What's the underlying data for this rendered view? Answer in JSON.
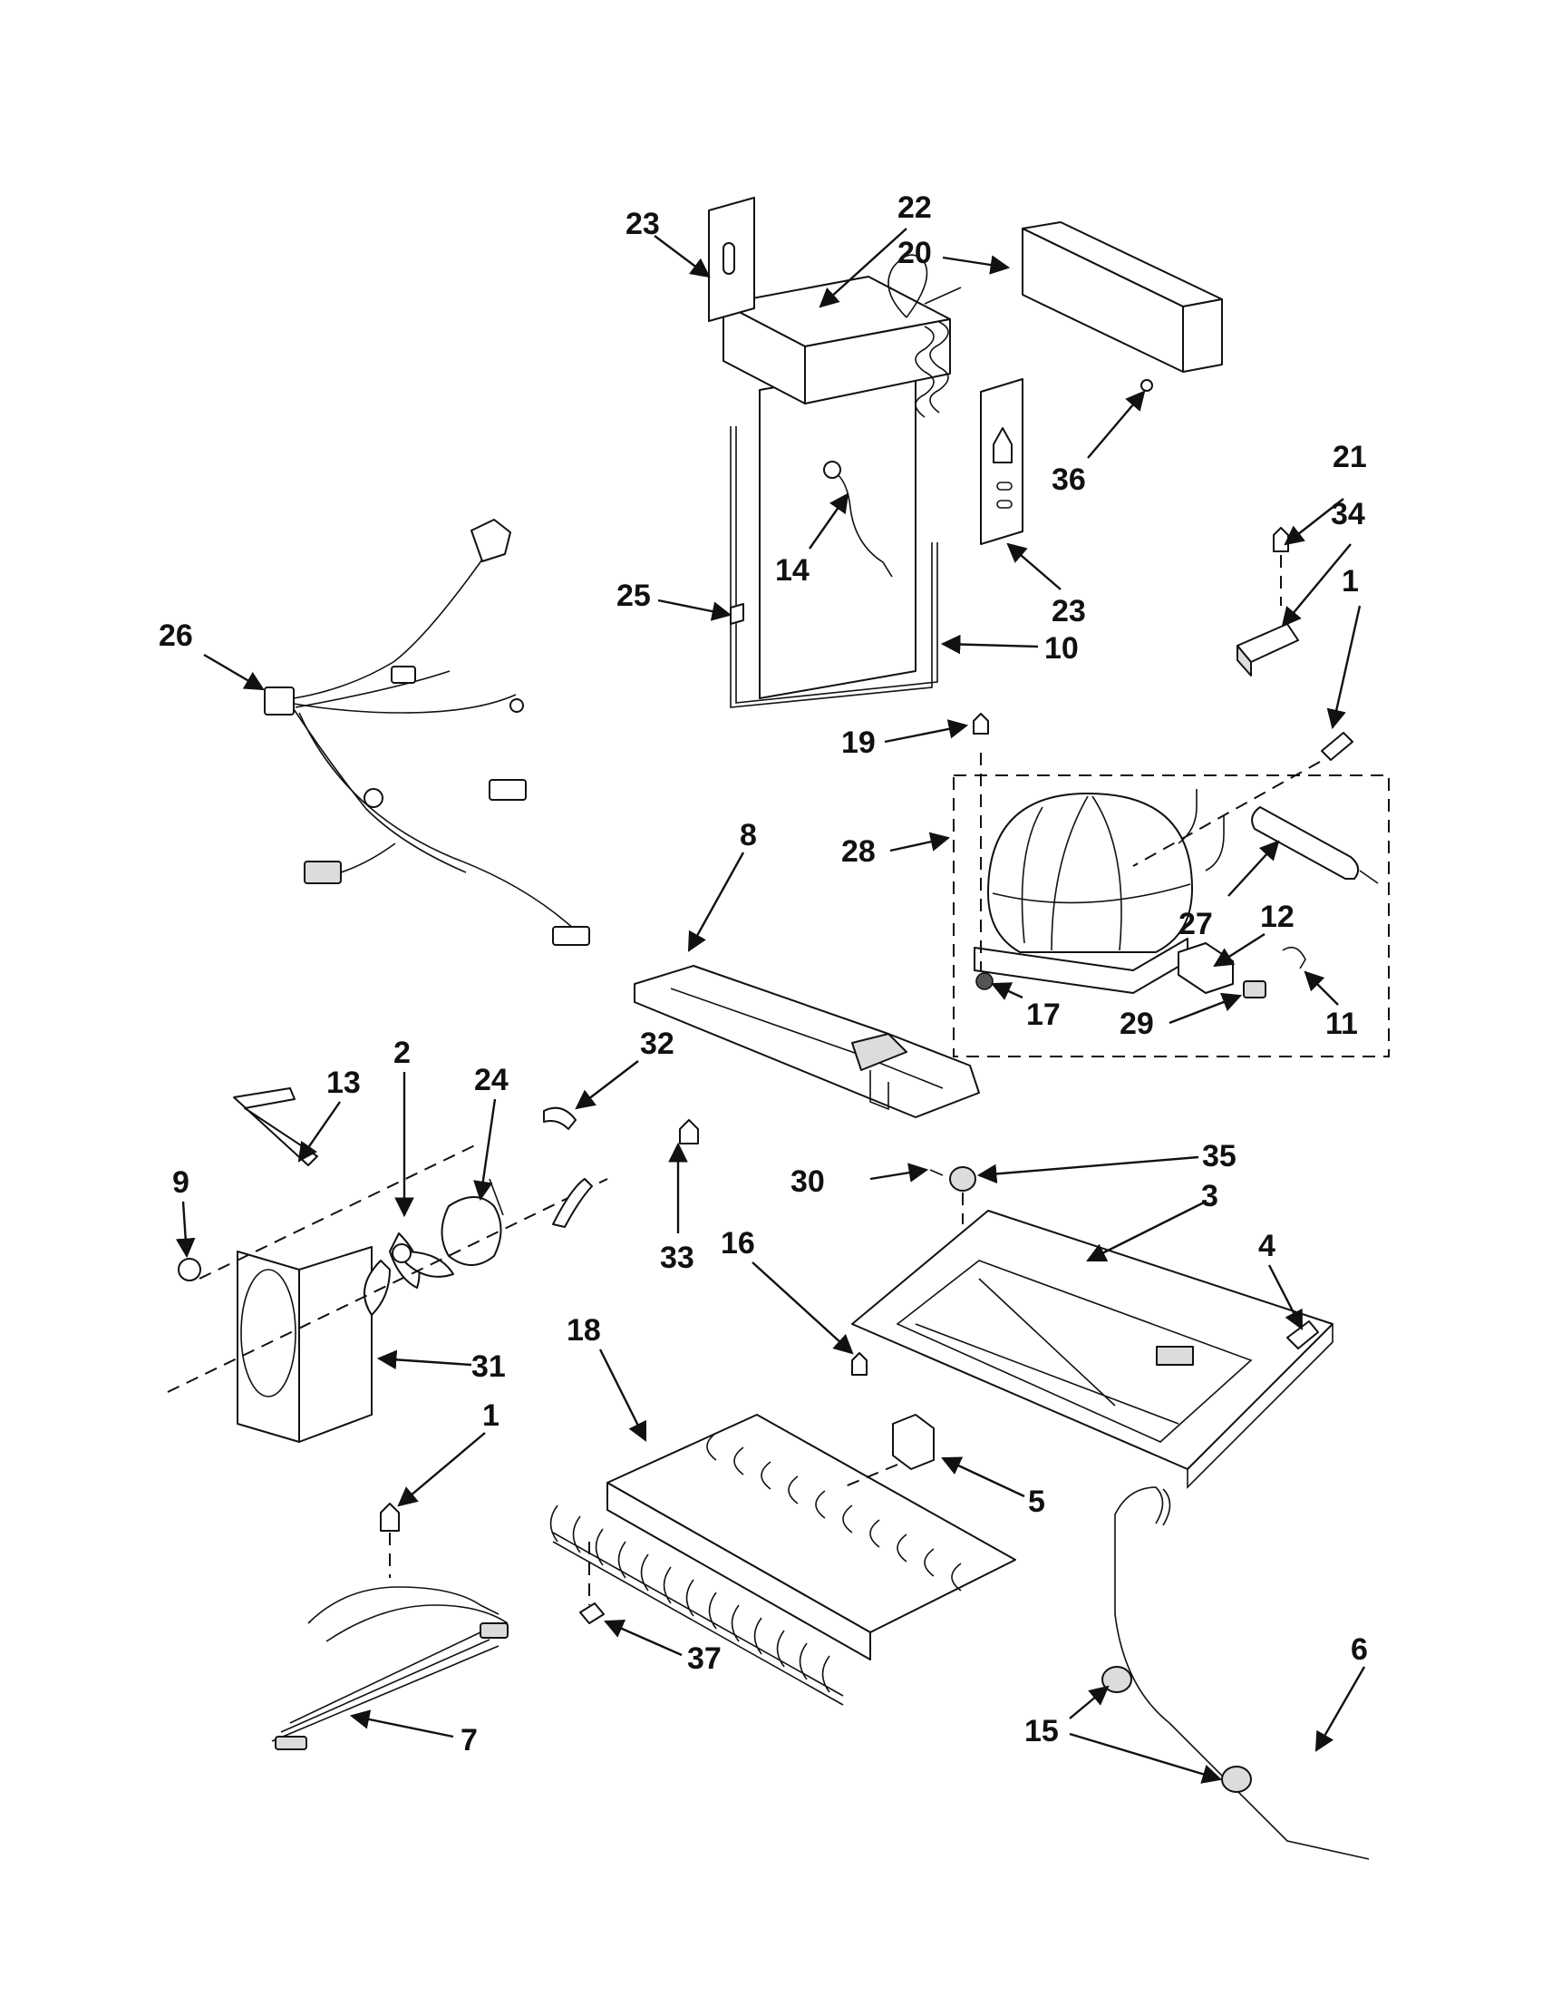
{
  "diagram": {
    "callouts": [
      "23",
      "22",
      "20",
      "36",
      "21",
      "34",
      "1",
      "14",
      "25",
      "23",
      "10",
      "26",
      "19",
      "28",
      "27",
      "12",
      "8",
      "17",
      "29",
      "11",
      "2",
      "13",
      "24",
      "32",
      "9",
      "33",
      "30",
      "35",
      "3",
      "4",
      "16",
      "31",
      "18",
      "5",
      "1",
      "37",
      "7",
      "6",
      "15"
    ]
  }
}
